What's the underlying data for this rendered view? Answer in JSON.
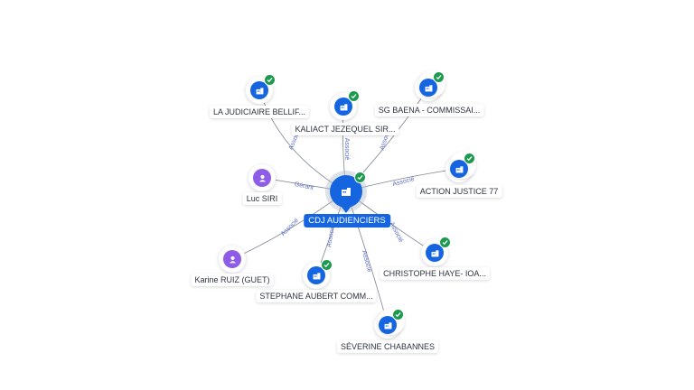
{
  "center": {
    "label": "CDJ AUDIENCIERS",
    "icon": "building-icon",
    "color": "#1565e0"
  },
  "nodes": [
    {
      "id": "n1",
      "label": "LA JUDICIAIRE BELLIF...",
      "type": "company",
      "icon": "building-icon"
    },
    {
      "id": "n2",
      "label": "KALIACT JEZEQUEL SIR...",
      "type": "company",
      "icon": "building-icon"
    },
    {
      "id": "n3",
      "label": "SG BAENA - COMMISSAI...",
      "type": "company",
      "icon": "building-icon"
    },
    {
      "id": "n4",
      "label": "Luc SIRI",
      "type": "person",
      "icon": "person-icon"
    },
    {
      "id": "n5",
      "label": "ACTION JUSTICE 77",
      "type": "company",
      "icon": "building-icon"
    },
    {
      "id": "n6",
      "label": "Karine RUIZ (GUET)",
      "type": "person",
      "icon": "person-icon"
    },
    {
      "id": "n7",
      "label": "CHRISTOPHE HAYE- IOA...",
      "type": "company",
      "icon": "building-icon"
    },
    {
      "id": "n8",
      "label": "STEPHANE AUBERT COMM...",
      "type": "company",
      "icon": "building-icon"
    },
    {
      "id": "n9",
      "label": "SÉVERINE CHABANNES",
      "type": "company",
      "icon": "building-icon"
    }
  ],
  "edges": [
    {
      "to": "n1",
      "label": "Associé"
    },
    {
      "to": "n2",
      "label": "Associé"
    },
    {
      "to": "n3",
      "label": "Associé"
    },
    {
      "to": "n4",
      "label": "Gérant"
    },
    {
      "to": "n5",
      "label": "Associé"
    },
    {
      "to": "n6",
      "label": "Associé"
    },
    {
      "to": "n7",
      "label": "Associé"
    },
    {
      "to": "n8",
      "label": "Associé"
    },
    {
      "to": "n9",
      "label": "Associé"
    }
  ],
  "colors": {
    "company": "#1565e0",
    "person": "#8e5ce6",
    "verified": "#1d9a4f",
    "edge": "#7d8590",
    "edge_label": "#5b6cc4"
  }
}
